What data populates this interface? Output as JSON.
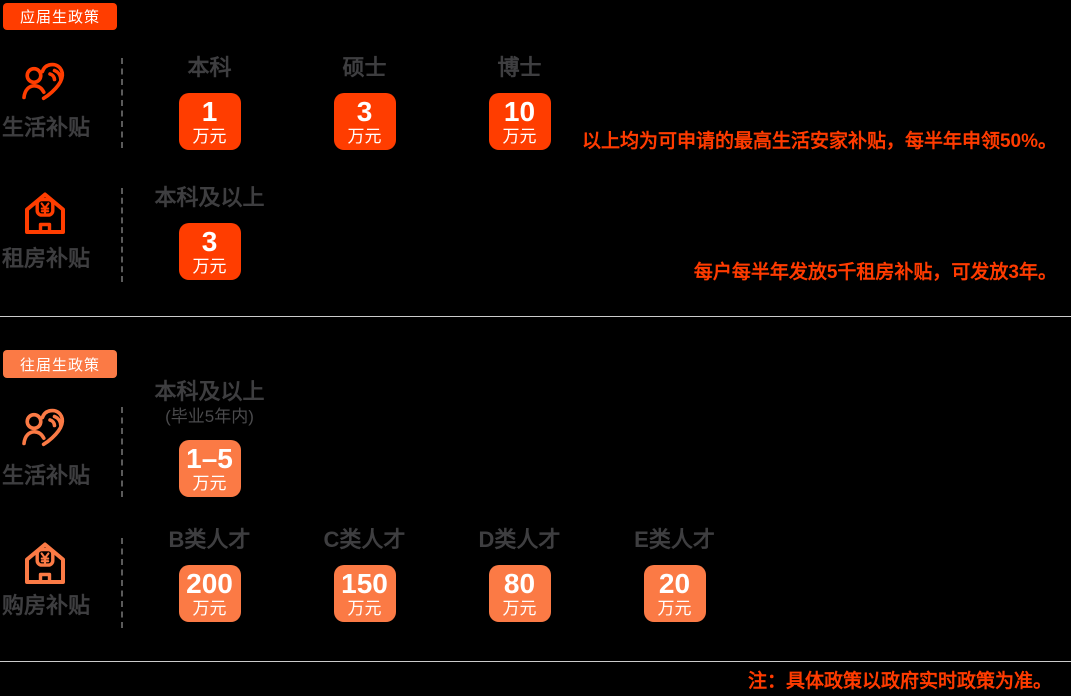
{
  "colors": {
    "background": "#000000",
    "section1_accent": "#FF3D00",
    "section2_accent": "#FB7A45",
    "note_text": "#FF3B00",
    "heading_text": "#3E3E40",
    "subheading_text": "#4A4A4C",
    "divider": "#CBCBCB",
    "dashed_line": "#5A5A5A",
    "badge_text": "#FFFFFF"
  },
  "sections": [
    {
      "tag_label": "应届生政策",
      "accent": "#FF3D00",
      "rows": [
        {
          "icon": "people-heart-icon",
          "label": "生活补贴",
          "columns": [
            {
              "header": "本科",
              "value": "1",
              "unit": "万元"
            },
            {
              "header": "硕士",
              "value": "3",
              "unit": "万元"
            },
            {
              "header": "博士",
              "value": "10",
              "unit": "万元"
            }
          ],
          "note": "以上均为可申请的最高生活安家补贴，每半年申领50%。"
        },
        {
          "icon": "house-yen-icon",
          "label": "租房补贴",
          "columns": [
            {
              "header": "本科及以上",
              "value": "3",
              "unit": "万元"
            }
          ],
          "note": "每户每半年发放5千租房补贴，可发放3年。"
        }
      ]
    },
    {
      "tag_label": "往届生政策",
      "accent": "#FB7A45",
      "rows": [
        {
          "icon": "people-heart-icon",
          "label": "生活补贴",
          "columns": [
            {
              "header": "本科及以上",
              "subheader": "(毕业5年内)",
              "value": "1–5",
              "unit": "万元"
            }
          ],
          "note": ""
        },
        {
          "icon": "house-yen-icon",
          "label": "购房补贴",
          "columns": [
            {
              "header": "B类人才",
              "value": "200",
              "unit": "万元"
            },
            {
              "header": "C类人才",
              "value": "150",
              "unit": "万元"
            },
            {
              "header": "D类人才",
              "value": "80",
              "unit": "万元"
            },
            {
              "header": "E类人才",
              "value": "20",
              "unit": "万元"
            }
          ],
          "note": ""
        }
      ]
    }
  ],
  "footer_note": "注：具体政策以政府实时政策为准。"
}
